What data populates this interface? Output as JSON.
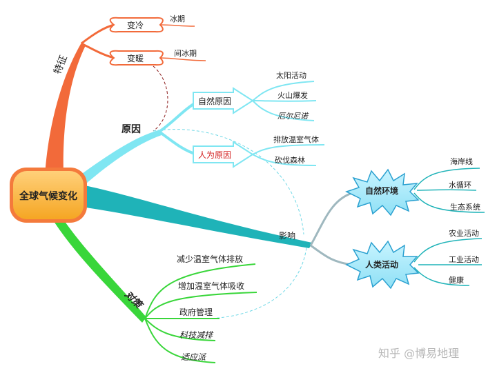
{
  "center": {
    "label": "全球气候变化"
  },
  "branches": {
    "features": {
      "label": "特征",
      "color": "#f26a3a",
      "children": [
        {
          "label": "变冷",
          "leaf": "冰期"
        },
        {
          "label": "变暖",
          "leaf": "间冰期"
        }
      ]
    },
    "causes": {
      "label": "原因",
      "color": "#7fe6f2",
      "natural": {
        "label": "自然原因",
        "leaves": [
          "太阳活动",
          "火山爆发",
          "厄尔尼诺"
        ]
      },
      "human": {
        "label": "人为原因",
        "leaves": [
          "排放温室气体",
          "砍伐森林"
        ]
      }
    },
    "impacts": {
      "label": "影响",
      "color": "#1fb3b8",
      "natural": {
        "label": "自然环境",
        "leaves": [
          "海岸线",
          "水循环",
          "生态系统"
        ]
      },
      "human": {
        "label": "人类活动",
        "leaves": [
          "农业活动",
          "工业活动",
          "健康"
        ]
      }
    },
    "measures": {
      "label": "对策",
      "color": "#39d63a",
      "leaves": [
        "减少温室气体排放",
        "增加温室气体吸收",
        "政府管理",
        "科技减排",
        "适应派"
      ]
    }
  },
  "watermark": "知乎 @博易地理"
}
